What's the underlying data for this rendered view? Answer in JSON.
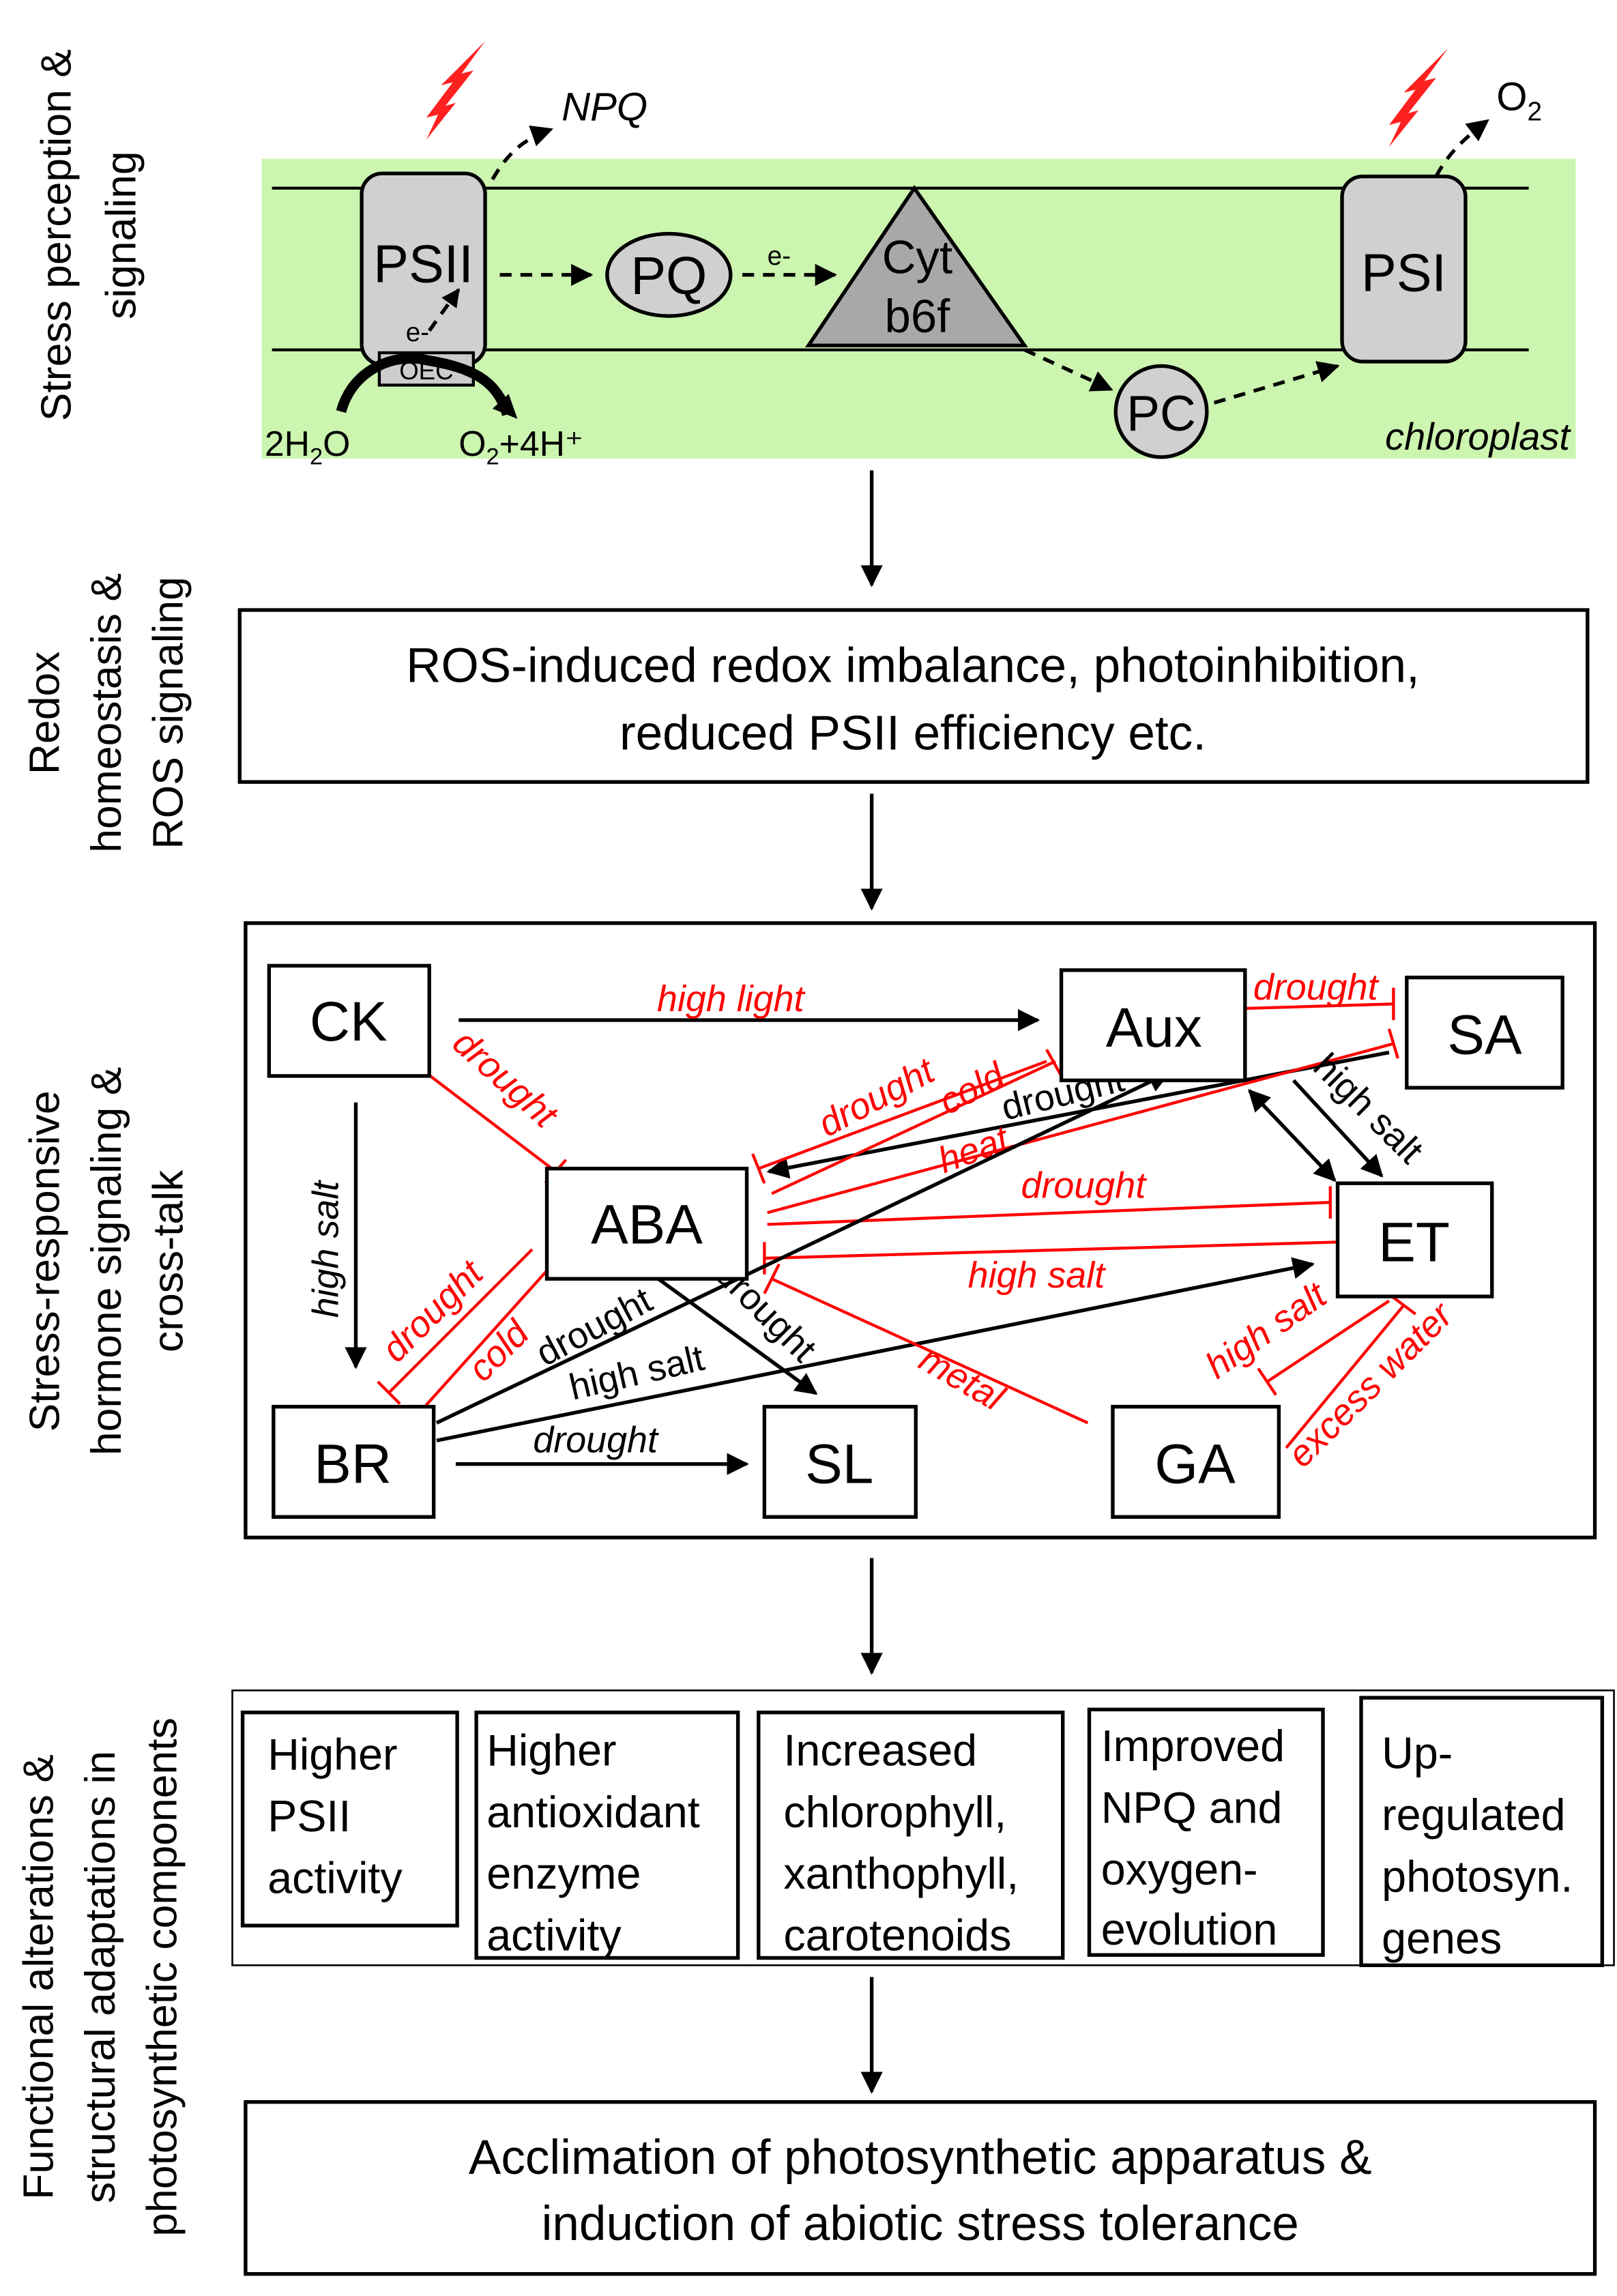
{
  "side_labels": {
    "s1": [
      "Stress perception &",
      "signaling"
    ],
    "s2": [
      "Redox",
      "homeostasis &",
      "ROS signaling"
    ],
    "s3": [
      "Stress-responsive",
      "hormone signaling &",
      "cross-talk"
    ],
    "s4": [
      "Functional alterations &",
      "structural adaptations in",
      "photosynthetic components"
    ]
  },
  "chloroplast": {
    "psii": "PSII",
    "pq": "PQ",
    "cyt": [
      "Cyt",
      "b6f"
    ],
    "pc": "PC",
    "psi": "PSI",
    "oec": "OEC",
    "npq": "NPQ",
    "o2": "O",
    "o2_sub": "2",
    "e_minus": "e-",
    "water": "2H",
    "water_sub": "2",
    "water_end": "O",
    "products": "O",
    "products_sub": "2",
    "products_end": "+4H⁺",
    "label": "chloroplast",
    "background": "#ccf5b0",
    "lightning_color": "#ff2020"
  },
  "redox_box": [
    "ROS-induced redox imbalance, photoinhibition,",
    "reduced PSII efficiency etc."
  ],
  "hormones": {
    "nodes": {
      "ck": "CK",
      "aux": "Aux",
      "sa": "SA",
      "aba": "ABA",
      "et": "ET",
      "br": "BR",
      "sl": "SL",
      "ga": "GA"
    },
    "edges": [
      {
        "from": "CK",
        "to": "Aux",
        "type": "activation",
        "label": "high light",
        "color": "#ff0000"
      },
      {
        "from": "CK",
        "to": "BR",
        "type": "activation",
        "label": "high salt",
        "color": "#000000"
      },
      {
        "from": "CK",
        "to": "ABA",
        "type": "inhibition",
        "label": "drought",
        "color": "#ff0000"
      },
      {
        "from": "Aux",
        "to": "SA",
        "type": "inhibition",
        "label": "drought",
        "color": "#ff0000"
      },
      {
        "from": "SA",
        "to": "ABA",
        "type": "activation",
        "label": "drought",
        "color": "#000000"
      },
      {
        "from": "Aux",
        "to": "ABA",
        "type": "inhibition",
        "label": "drought",
        "color": "#ff0000"
      },
      {
        "from": "ABA",
        "to": "Aux",
        "type": "inhibition",
        "label": "cold",
        "color": "#ff0000"
      },
      {
        "from": "ABA",
        "to": "SA",
        "type": "inhibition",
        "label": "heat",
        "color": "#ff0000"
      },
      {
        "from": "ABA",
        "to": "ET",
        "type": "inhibition",
        "label": "drought",
        "color": "#ff0000"
      },
      {
        "from": "ET",
        "to": "ABA",
        "type": "inhibition",
        "label": "high salt",
        "color": "#ff0000"
      },
      {
        "from": "Aux",
        "to": "ET",
        "type": "activation",
        "label": "high salt",
        "color": "#000000"
      },
      {
        "from": "ET",
        "to": "Aux",
        "type": "activation",
        "label": "",
        "color": "#000000"
      },
      {
        "from": "BR",
        "to": "Aux",
        "type": "activation",
        "label": "drought",
        "color": "#000000"
      },
      {
        "from": "BR",
        "to": "ET",
        "type": "activation",
        "label": "high salt",
        "color": "#000000"
      },
      {
        "from": "ABA",
        "to": "SL",
        "type": "activation",
        "label": "drought",
        "color": "#000000"
      },
      {
        "from": "ABA",
        "to": "BR",
        "type": "inhibition",
        "label": "drought",
        "color": "#ff0000"
      },
      {
        "from": "BR",
        "to": "ABA",
        "type": "inhibition",
        "label": "cold",
        "color": "#ff0000"
      },
      {
        "from": "BR",
        "to": "SL",
        "type": "activation",
        "label": "drought",
        "color": "#000000"
      },
      {
        "from": "GA",
        "to": "ABA",
        "type": "inhibition",
        "label": "metal",
        "color": "#ff0000"
      },
      {
        "from": "ET",
        "to": "GA",
        "type": "inhibition",
        "label": "high salt",
        "color": "#ff0000"
      },
      {
        "from": "GA",
        "to": "ET",
        "type": "inhibition",
        "label": "excess water",
        "color": "#ff0000"
      }
    ]
  },
  "adaptations": [
    [
      "Higher",
      "PSII",
      "activity"
    ],
    [
      "Higher",
      "antioxidant",
      "enzyme",
      "activity"
    ],
    [
      "Increased",
      "chlorophyll,",
      "xanthophyll,",
      "carotenoids"
    ],
    [
      "Improved",
      "NPQ and",
      "oxygen-",
      "evolution"
    ],
    [
      "Up-",
      "regulated",
      "photosyn.",
      "genes"
    ]
  ],
  "final_box": [
    "Acclimation of photosynthetic apparatus &",
    "induction of abiotic stress tolerance"
  ]
}
